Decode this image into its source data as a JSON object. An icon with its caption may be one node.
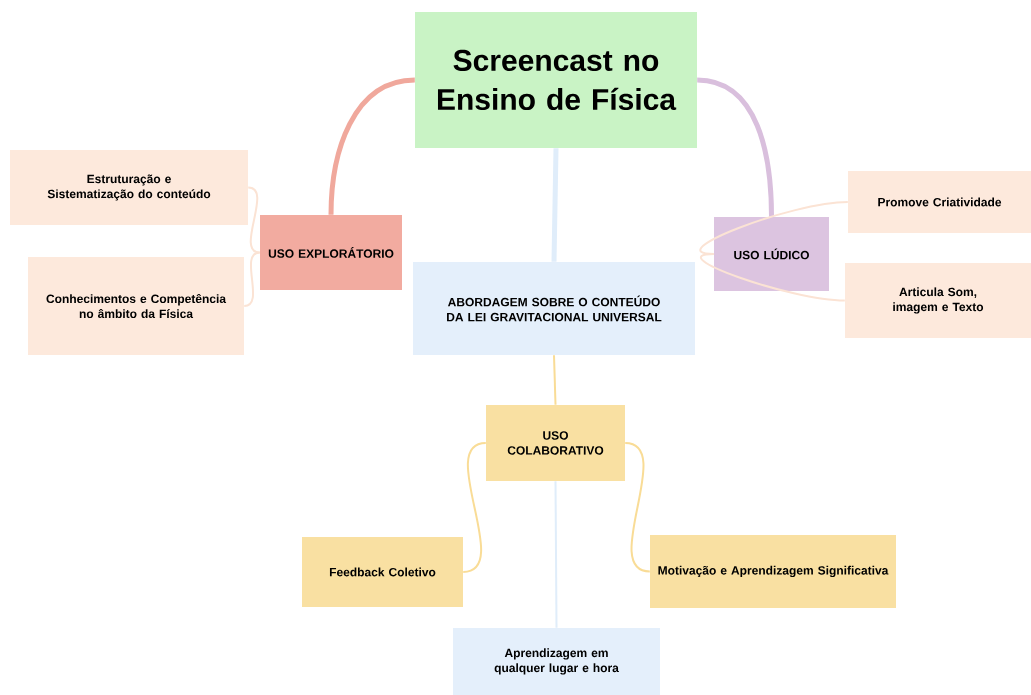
{
  "diagram": {
    "nodes": [
      {
        "text": [
          "Screencast no Ensino de Física"
        ]
      },
      {
        "text": [
          "USO EXPLORÁTORIO"
        ]
      },
      {
        "text": [
          "Estruturação e Sistematização do conteúdo"
        ]
      },
      {
        "text": [
          "Conhecimentos e Competência no âmbito da Física"
        ]
      },
      {
        "text": [
          "USO LÚDICO"
        ]
      },
      {
        "text": [
          "Promove Criatividade"
        ]
      },
      {
        "text": [
          "Articula Som, imagem e Texto"
        ]
      },
      {
        "text": [
          "ABORDAGEM SOBRE O CONTEÚDO DA LEI GRAVITACIONAL UNIVERSAL"
        ]
      },
      {
        "text": [
          "USO COLABORATIVO"
        ]
      },
      {
        "text": [
          "Feedback Coletivo"
        ]
      },
      {
        "text": [
          "Motivação e Aprendizagem Significativa"
        ]
      },
      {
        "text": [
          "Aprendizagem em qualquer lugar e hora"
        ]
      }
    ],
    "edges": [
      {
        "from": 0,
        "to": 1,
        "arrow": "none",
        "style": "thick",
        "color": "#f0a89c"
      },
      {
        "from": 0,
        "to": 4,
        "arrow": "none",
        "style": "thick",
        "color": "#d9bfdd"
      },
      {
        "from": 0,
        "to": 7,
        "arrow": "none",
        "style": "thick",
        "color": "#e0edfa"
      },
      {
        "from": 1,
        "to": 2,
        "arrow": "none"
      },
      {
        "from": 1,
        "to": 3,
        "arrow": "none"
      },
      {
        "from": 4,
        "to": 5,
        "arrow": "none"
      },
      {
        "from": 4,
        "to": 6,
        "arrow": "none"
      },
      {
        "from": 7,
        "to": 8,
        "arrow": "none",
        "color": "#f9dc96"
      },
      {
        "from": 8,
        "to": 9,
        "arrow": "none",
        "color": "#f9dc96"
      },
      {
        "from": 8,
        "to": 10,
        "arrow": "none",
        "color": "#f9dc96"
      },
      {
        "from": 8,
        "to": 11,
        "arrow": "none",
        "color": "#e0edfa"
      }
    ]
  }
}
